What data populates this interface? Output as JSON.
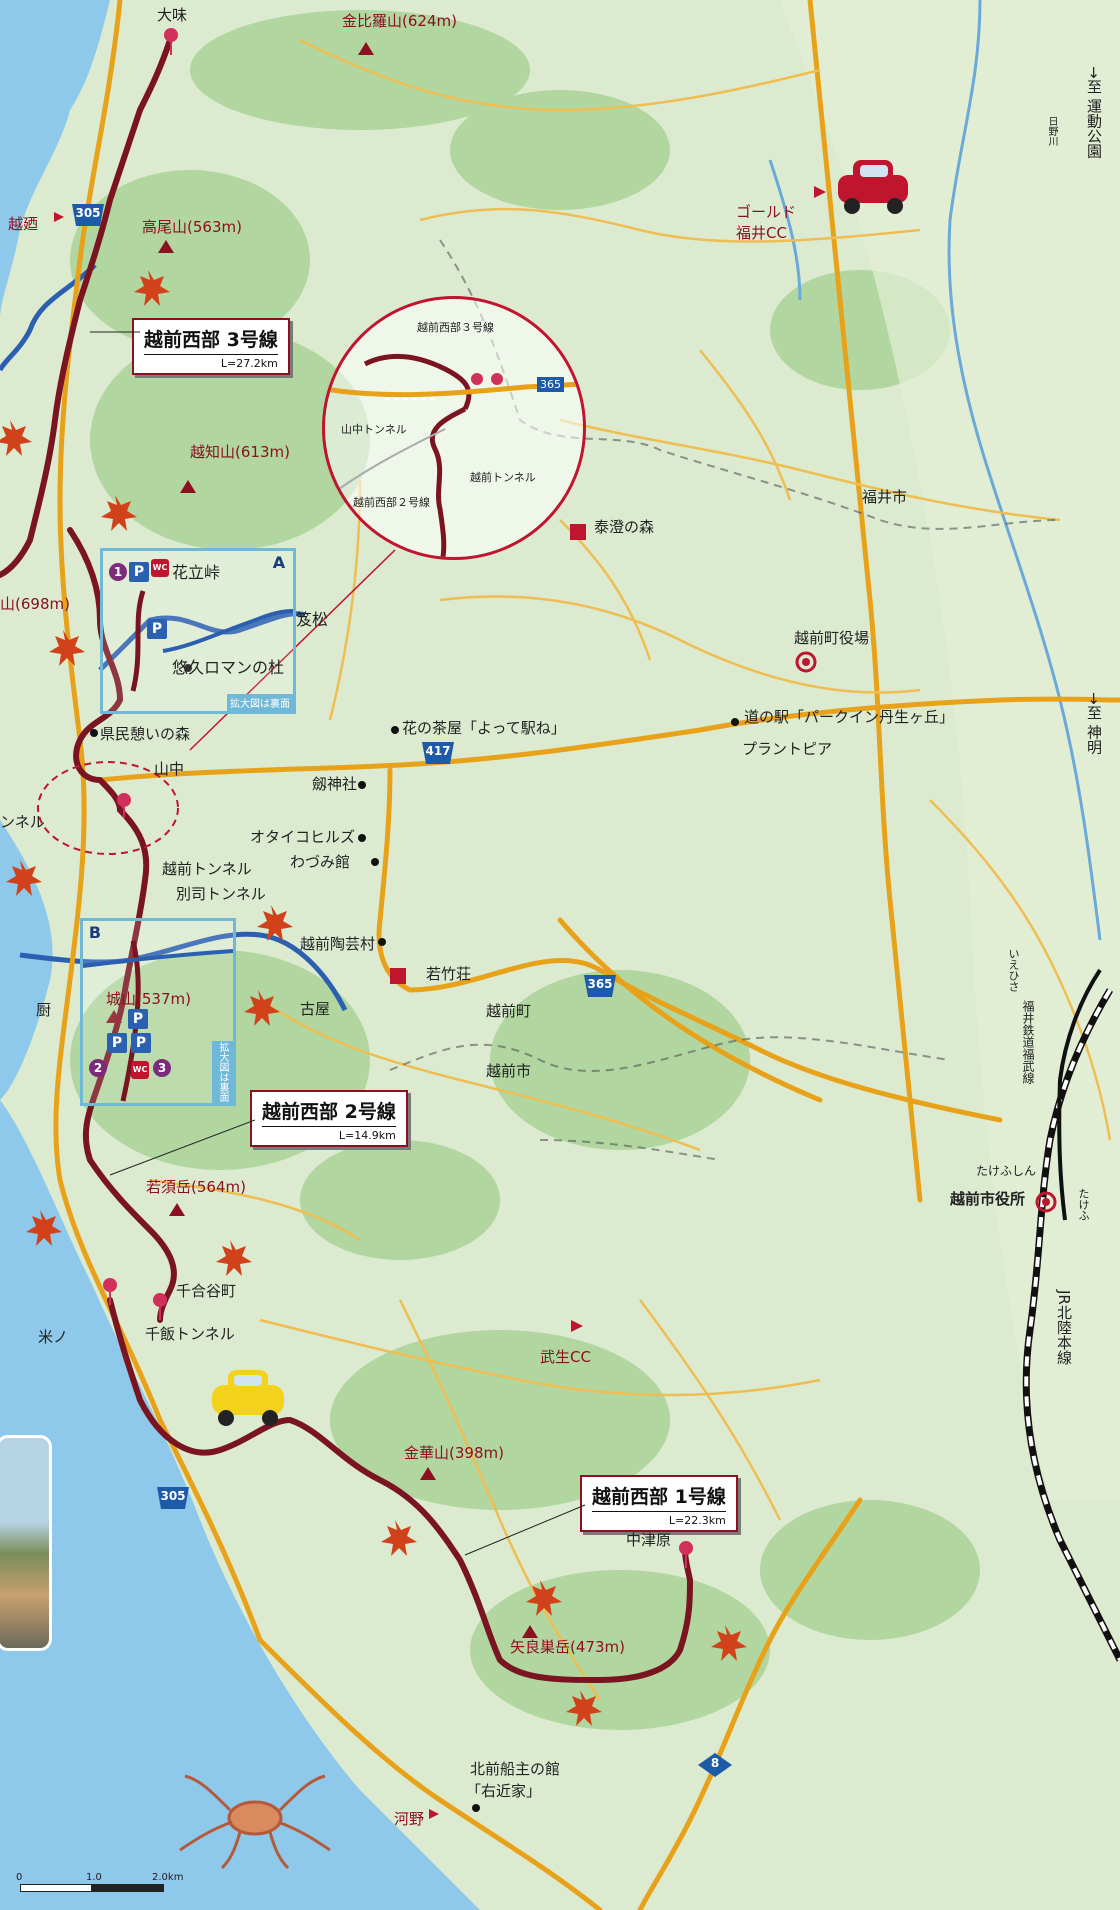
{
  "routes": [
    {
      "name": "越前西部 3号線",
      "length": "L=27.2km"
    },
    {
      "name": "越前西部 2号線",
      "length": "L=14.9km"
    },
    {
      "name": "越前西部 1号線",
      "length": "L=22.3km"
    }
  ],
  "route_numbers": [
    "305",
    "417",
    "365",
    "8",
    "305",
    "365"
  ],
  "mountains": [
    "金比羅山(624m)",
    "高尾山(563m)",
    "越知山(613m)",
    "山(698m)",
    "城山(537m)",
    "若須岳(564m)",
    "金華山(398m)",
    "矢良巣岳(473m)"
  ],
  "places": [
    "大味",
    "越廼",
    "花立峠",
    "悠久ロマンの杜",
    "笈松",
    "県民憩いの森",
    "山中",
    "ンネル",
    "越前トンネル",
    "別司トンネル",
    "越前陶芸村",
    "若竹荘",
    "古屋",
    "厨",
    "千合谷町",
    "千飯トンネル",
    "米ノ",
    "武生CC",
    "中津原",
    "北前船主の館",
    "「右近家」",
    "河野",
    "花の茶屋「よって駅ね」",
    "劔神社",
    "オタイコヒルズ",
    "わづみ館",
    "越前町",
    "越前市",
    "福井市",
    "泰澄の森",
    "越前町役場",
    "道の駅「パークイン丹生ヶ丘」",
    "プラントピア",
    "ゴールド",
    "福井CC",
    "日野川",
    "→至 運動公園",
    "→至 神明",
    "いえひさ",
    "福井鉄道福武線",
    "たけふしん",
    "たけふ",
    "越前市役所",
    "JR北陸本線"
  ],
  "inset_a": {
    "tag": "A",
    "note": "拡大図は裏面",
    "badges": [
      "1",
      "P",
      "WC",
      "P"
    ]
  },
  "inset_b": {
    "tag": "B",
    "note": "拡大図は裏面",
    "badges": [
      "P",
      "P",
      "P",
      "2",
      "WC",
      "3"
    ]
  },
  "zoom_circle": {
    "labels": [
      "越前西部３号線",
      "山中トンネル",
      "越前トンネル",
      "越前西部２号線",
      "365"
    ]
  },
  "scale": {
    "labels": [
      "0",
      "1.0",
      "2.0km"
    ]
  },
  "colors": {
    "land": "#dcebd0",
    "sea": "#8ec8ea",
    "route": "#7a1420",
    "road": "#e8a21a",
    "river": "#2b5fb0",
    "hill": "#9ccb8a"
  },
  "icons": [
    "red-car-icon",
    "yellow-car-icon",
    "crab-illustration-icon",
    "maple-leaf-icon",
    "hot-spring-icon",
    "golf-flag-icon",
    "town-hall-icon"
  ]
}
